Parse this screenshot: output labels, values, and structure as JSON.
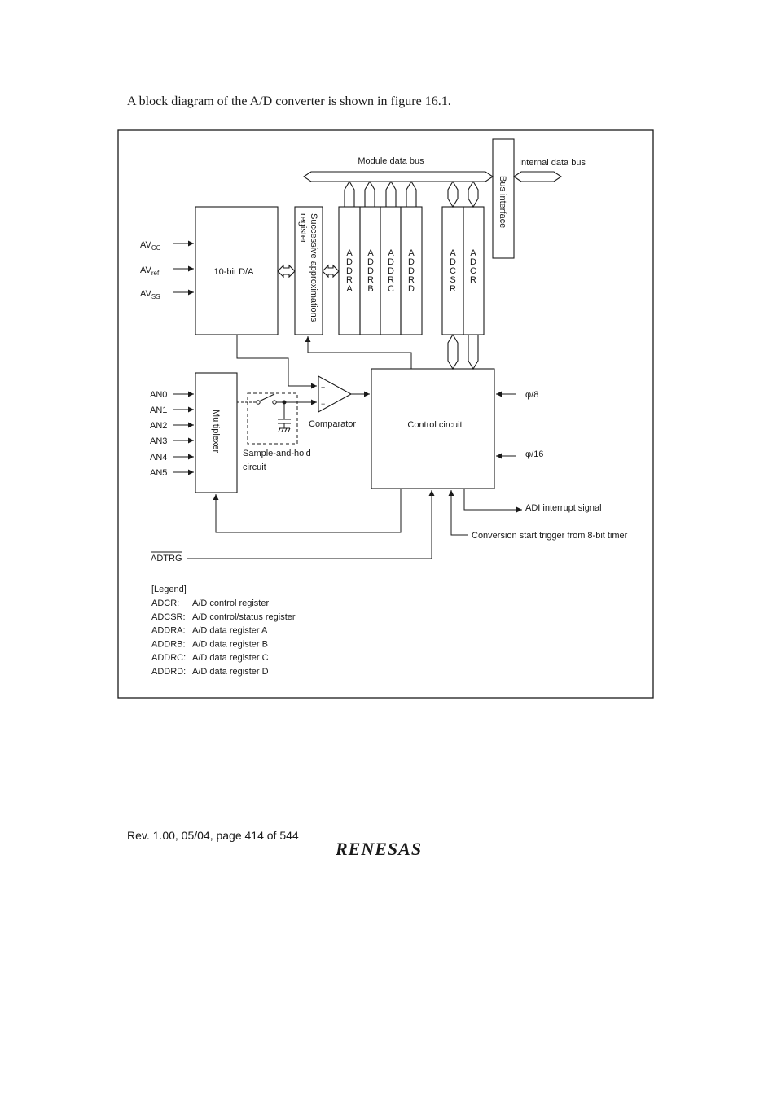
{
  "intro_text": "A block diagram of the A/D converter is shown in figure 16.1.",
  "diagram": {
    "module_bus": "Module data bus",
    "internal_bus": "Internal data bus",
    "bus_interface": "Bus interface",
    "da": "10-bit D/A",
    "sar_line1": "Successive approximations",
    "sar_line2": "register",
    "registers": [
      "ADDRA",
      "ADDRB",
      "ADDRC",
      "ADDRD",
      "ADCSR",
      "ADCR"
    ],
    "power": [
      {
        "main": "AV",
        "sub": "CC"
      },
      {
        "main": "AV",
        "sub": "ref"
      },
      {
        "main": "AV",
        "sub": "SS"
      }
    ],
    "analog_inputs": [
      "AN0",
      "AN1",
      "AN2",
      "AN3",
      "AN4",
      "AN5"
    ],
    "multiplexer": "Multiplexer",
    "sample_hold_line1": "Sample-and-hold",
    "sample_hold_line2": "circuit",
    "comparator": "Comparator",
    "plus": "+",
    "minus": "−",
    "control": "Control circuit",
    "clock1": "φ/8",
    "clock2": "φ/16",
    "adi": "ADI interrupt signal",
    "trigger": "Conversion start trigger from 8-bit timer",
    "adtrg": "ADTRG"
  },
  "legend": {
    "title": "[Legend]",
    "entries": [
      {
        "abbr": "ADCR:",
        "desc": "A/D control register"
      },
      {
        "abbr": "ADCSR:",
        "desc": "A/D control/status register"
      },
      {
        "abbr": "ADDRA:",
        "desc": "A/D data register A"
      },
      {
        "abbr": "ADDRB:",
        "desc": "A/D data register B"
      },
      {
        "abbr": "ADDRC:",
        "desc": "A/D data register C"
      },
      {
        "abbr": "ADDRD:",
        "desc": "A/D data register D"
      }
    ]
  },
  "footer_text": "Rev. 1.00, 05/04, page 414 of 544",
  "logo_text": "RENESAS"
}
